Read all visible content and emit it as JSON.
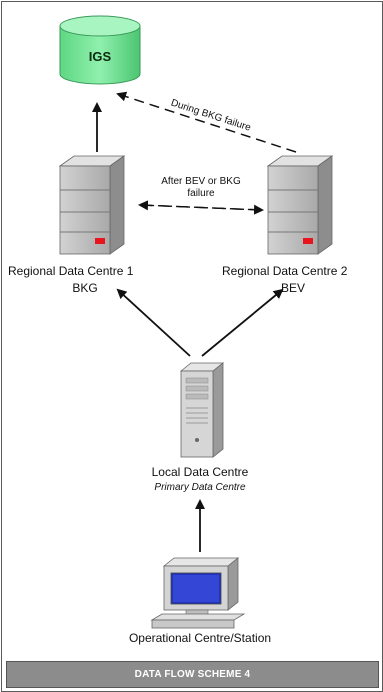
{
  "diagram": {
    "igs": {
      "label": "IGS",
      "color": "#7fe8a0"
    },
    "during_bkg_failure": "During BKG failure",
    "after_failure": {
      "line1": "After BEV or BKG",
      "line2": "failure"
    },
    "rdc1": {
      "name": "Regional Data Centre 1",
      "code": "BKG"
    },
    "rdc2": {
      "name": "Regional Data Centre 2",
      "code": "BEV"
    },
    "local": {
      "name": "Local Data Centre",
      "subtitle": "Primary Data Centre"
    },
    "station": {
      "name": "Operational Centre/Station"
    },
    "banner": "DATA FLOW SCHEME 4",
    "colors": {
      "server_body": "#c4c4c4",
      "server_led": "#e8141e",
      "banner": "#8c8c8c"
    }
  }
}
